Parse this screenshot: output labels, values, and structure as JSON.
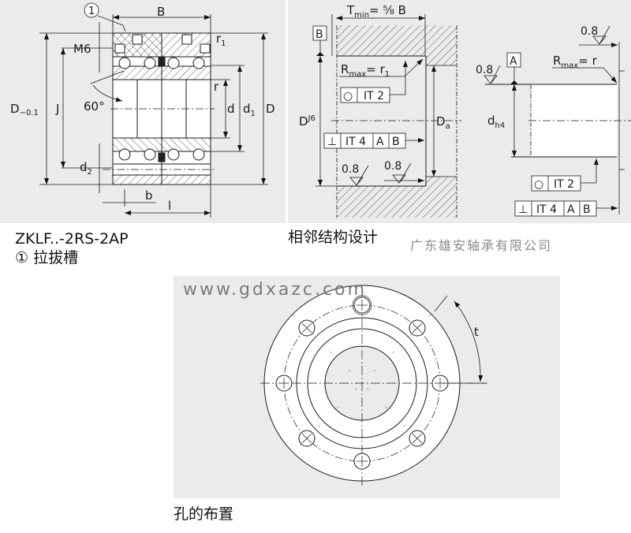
{
  "colors": {
    "panel_bg": "#ebebeb",
    "line": "#1a1a1a",
    "watermark": "#8a8a8a"
  },
  "section_view": {
    "labels": {
      "callout": "1",
      "width": "B",
      "thread": "M6",
      "radius": "r",
      "radius1": "r",
      "radius1_sub": "1",
      "outer_diameter_tol": "D",
      "outer_diameter_tol_sub": "−0.1",
      "pitch": "J",
      "angle": "60°",
      "bore": "d",
      "d1": "d",
      "d1_sub": "1",
      "outer_diameter": "D",
      "d2": "d",
      "d2_sub": "2",
      "groove_width": "b",
      "groove_pos": "l"
    }
  },
  "housing_view": {
    "labels": {
      "tmin": "T",
      "tmin_sub": "min",
      "tmin_eq": "= ⁵⁄₈ B",
      "datum_b": "B",
      "rmax": "R",
      "rmax_sub": "max",
      "rmax_eq": "= r",
      "rmax_eq_sub": "1",
      "circularity_symbol": "○",
      "circularity_value": "IT 2",
      "housing_d": "D",
      "housing_d_sup": "J6",
      "da": "D",
      "da_sub": "a",
      "perp_symbol": "⊥",
      "perp_value": "IT 4",
      "perp_ref_a": "A",
      "perp_ref_b": "B",
      "rough1": "0.8",
      "rough2": "0.8"
    }
  },
  "shaft_view": {
    "labels": {
      "rough_top": "0.8",
      "rough_left": "0.8",
      "datum_a": "A",
      "rmax": "R",
      "rmax_sub": "max",
      "rmax_eq": "= r",
      "shaft_d": "d",
      "shaft_d_sub": "h4",
      "circularity_symbol": "○",
      "circularity_value": "IT 2",
      "perp_symbol": "⊥",
      "perp_value": "IT 4",
      "perp_ref_a": "A",
      "perp_ref_b": "B"
    }
  },
  "hole_view": {
    "labels": {
      "pitch_angle": "t"
    },
    "hole_count": 8
  },
  "captions": {
    "model": "ZKLF..-2RS-2AP",
    "note_number": "①",
    "note_text": "拉拔槽",
    "adjacent_design": "相邻结构设计",
    "hole_layout": "孔的布置"
  },
  "watermark": {
    "company": "广东雄安轴承有限公司",
    "url": "www.gdxazc.com"
  }
}
